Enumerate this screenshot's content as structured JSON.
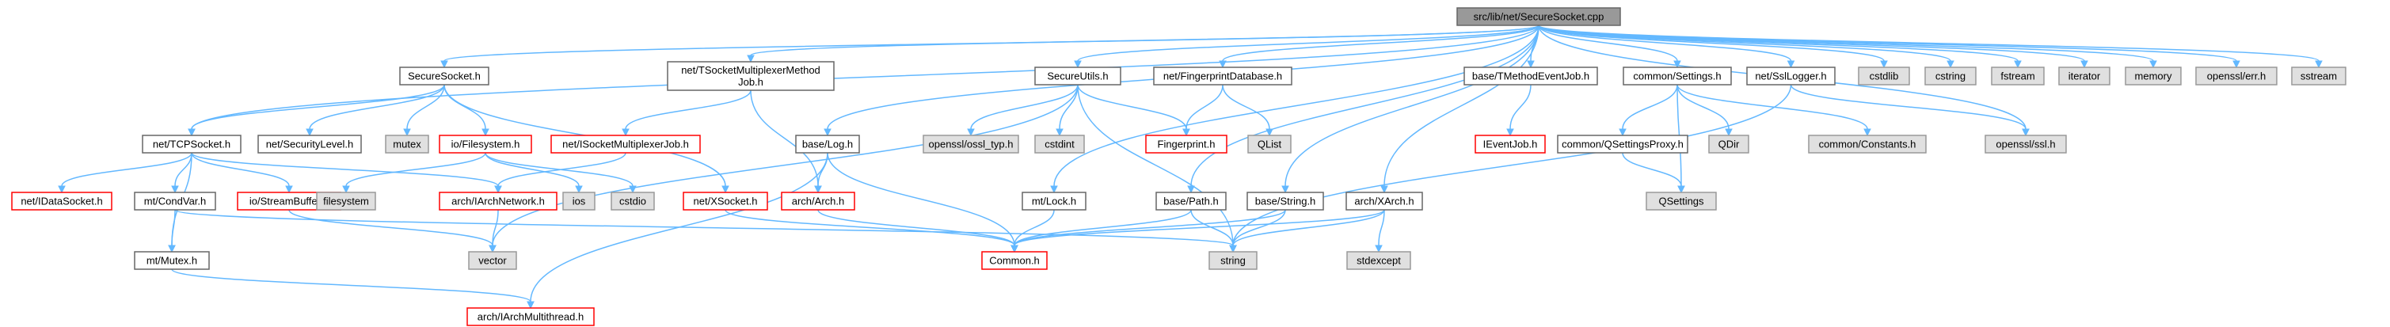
{
  "colors": {
    "root_fill": "#999999",
    "root_stroke": "#666666",
    "project_fill": "#ffffff",
    "project_stroke": "#666666",
    "missing_fill": "#ffffff",
    "missing_stroke": "#ff0000",
    "system_fill": "#e0e0e0",
    "system_stroke": "#999999",
    "edge": "#63b8ff"
  },
  "nodes": [
    {
      "id": "root",
      "kind": "root",
      "lines": [
        "src/lib/net/SecureSocket.cpp"
      ]
    },
    {
      "id": "secsock_h",
      "kind": "project",
      "lines": [
        "SecureSocket.h"
      ]
    },
    {
      "id": "tsockmux",
      "kind": "project",
      "lines": [
        "net/TSocketMultiplexerMethod",
        "Job.h"
      ]
    },
    {
      "id": "secutils",
      "kind": "project",
      "lines": [
        "SecureUtils.h"
      ]
    },
    {
      "id": "fpdb",
      "kind": "project",
      "lines": [
        "net/FingerprintDatabase.h"
      ]
    },
    {
      "id": "tmethod",
      "kind": "project",
      "lines": [
        "base/TMethodEventJob.h"
      ]
    },
    {
      "id": "settings",
      "kind": "project",
      "lines": [
        "common/Settings.h"
      ]
    },
    {
      "id": "ssllogger",
      "kind": "project",
      "lines": [
        "net/SslLogger.h"
      ]
    },
    {
      "id": "cstdlib",
      "kind": "system",
      "lines": [
        "cstdlib"
      ]
    },
    {
      "id": "cstring",
      "kind": "system",
      "lines": [
        "cstring"
      ]
    },
    {
      "id": "fstream",
      "kind": "system",
      "lines": [
        "fstream"
      ]
    },
    {
      "id": "iterator",
      "kind": "system",
      "lines": [
        "iterator"
      ]
    },
    {
      "id": "memory",
      "kind": "system",
      "lines": [
        "memory"
      ]
    },
    {
      "id": "opensslerr",
      "kind": "system",
      "lines": [
        "openssl/err.h"
      ]
    },
    {
      "id": "sstream",
      "kind": "system",
      "lines": [
        "sstream"
      ]
    },
    {
      "id": "tcpsock",
      "kind": "project",
      "lines": [
        "net/TCPSocket.h"
      ]
    },
    {
      "id": "seclevel",
      "kind": "project",
      "lines": [
        "net/SecurityLevel.h"
      ]
    },
    {
      "id": "mutex",
      "kind": "system",
      "lines": [
        "mutex"
      ]
    },
    {
      "id": "iofs",
      "kind": "missing",
      "lines": [
        "io/Filesystem.h"
      ]
    },
    {
      "id": "isockmux",
      "kind": "missing",
      "lines": [
        "net/ISocketMultiplexerJob.h"
      ]
    },
    {
      "id": "baselog",
      "kind": "project",
      "lines": [
        "base/Log.h"
      ]
    },
    {
      "id": "osslssltyp",
      "kind": "system",
      "lines": [
        "openssl/ossl_typ.h"
      ]
    },
    {
      "id": "cstdint",
      "kind": "system",
      "lines": [
        "cstdint"
      ]
    },
    {
      "id": "fingerprint",
      "kind": "missing",
      "lines": [
        "Fingerprint.h"
      ]
    },
    {
      "id": "qlist",
      "kind": "system",
      "lines": [
        "QList"
      ]
    },
    {
      "id": "ieventjob",
      "kind": "missing",
      "lines": [
        "IEventJob.h"
      ]
    },
    {
      "id": "qsetproxy",
      "kind": "project",
      "lines": [
        "common/QSettingsProxy.h"
      ]
    },
    {
      "id": "qdir",
      "kind": "system",
      "lines": [
        "QDir"
      ]
    },
    {
      "id": "constants",
      "kind": "system",
      "lines": [
        "common/Constants.h"
      ]
    },
    {
      "id": "opensslssl",
      "kind": "system",
      "lines": [
        "openssl/ssl.h"
      ]
    },
    {
      "id": "idatasock",
      "kind": "missing",
      "lines": [
        "net/IDataSocket.h"
      ]
    },
    {
      "id": "condvar",
      "kind": "project",
      "lines": [
        "mt/CondVar.h"
      ]
    },
    {
      "id": "streambuf",
      "kind": "missing",
      "lines": [
        "io/StreamBuffer.h"
      ]
    },
    {
      "id": "filesystem",
      "kind": "system",
      "lines": [
        "filesystem"
      ]
    },
    {
      "id": "iarchnet",
      "kind": "missing",
      "lines": [
        "arch/IArchNetwork.h"
      ]
    },
    {
      "id": "ios",
      "kind": "system",
      "lines": [
        "ios"
      ]
    },
    {
      "id": "cstdio",
      "kind": "system",
      "lines": [
        "cstdio"
      ]
    },
    {
      "id": "xsocket",
      "kind": "missing",
      "lines": [
        "net/XSocket.h"
      ]
    },
    {
      "id": "arch",
      "kind": "missing",
      "lines": [
        "arch/Arch.h"
      ]
    },
    {
      "id": "mtlock",
      "kind": "project",
      "lines": [
        "mt/Lock.h"
      ]
    },
    {
      "id": "basepath",
      "kind": "project",
      "lines": [
        "base/Path.h"
      ]
    },
    {
      "id": "basestring",
      "kind": "project",
      "lines": [
        "base/String.h"
      ]
    },
    {
      "id": "xarch",
      "kind": "project",
      "lines": [
        "arch/XArch.h"
      ]
    },
    {
      "id": "qsettings",
      "kind": "system",
      "lines": [
        "QSettings"
      ]
    },
    {
      "id": "vector",
      "kind": "system",
      "lines": [
        "vector"
      ]
    },
    {
      "id": "common",
      "kind": "missing",
      "lines": [
        "Common.h"
      ]
    },
    {
      "id": "string",
      "kind": "system",
      "lines": [
        "string"
      ]
    },
    {
      "id": "stdexcept",
      "kind": "system",
      "lines": [
        "stdexcept"
      ]
    },
    {
      "id": "mtmutex",
      "kind": "project",
      "lines": [
        "mt/Mutex.h"
      ]
    },
    {
      "id": "iarchmt",
      "kind": "missing",
      "lines": [
        "arch/IArchMultithread.h"
      ]
    }
  ],
  "edges": [
    [
      "root",
      "secsock_h"
    ],
    [
      "root",
      "tsockmux"
    ],
    [
      "root",
      "secutils"
    ],
    [
      "root",
      "fpdb"
    ],
    [
      "root",
      "tmethod"
    ],
    [
      "root",
      "settings"
    ],
    [
      "root",
      "ssllogger"
    ],
    [
      "root",
      "cstdlib"
    ],
    [
      "root",
      "cstring"
    ],
    [
      "root",
      "fstream"
    ],
    [
      "root",
      "iterator"
    ],
    [
      "root",
      "memory"
    ],
    [
      "root",
      "opensslerr"
    ],
    [
      "root",
      "sstream"
    ],
    [
      "root",
      "tcpsock"
    ],
    [
      "root",
      "baselog"
    ],
    [
      "root",
      "mtlock"
    ],
    [
      "root",
      "basepath"
    ],
    [
      "root",
      "basestring"
    ],
    [
      "root",
      "xarch"
    ],
    [
      "root",
      "opensslssl"
    ],
    [
      "secsock_h",
      "tcpsock"
    ],
    [
      "secsock_h",
      "seclevel"
    ],
    [
      "secsock_h",
      "mutex"
    ],
    [
      "secsock_h",
      "iofs"
    ],
    [
      "secsock_h",
      "xsocket"
    ],
    [
      "tsockmux",
      "isockmux"
    ],
    [
      "tsockmux",
      "arch"
    ],
    [
      "secutils",
      "osslssltyp"
    ],
    [
      "secutils",
      "cstdint"
    ],
    [
      "secutils",
      "fingerprint"
    ],
    [
      "secutils",
      "string"
    ],
    [
      "secutils",
      "vector"
    ],
    [
      "fpdb",
      "fingerprint"
    ],
    [
      "fpdb",
      "qlist"
    ],
    [
      "tmethod",
      "ieventjob"
    ],
    [
      "settings",
      "qsetproxy"
    ],
    [
      "settings",
      "qdir"
    ],
    [
      "settings",
      "constants"
    ],
    [
      "settings",
      "qsettings"
    ],
    [
      "ssllogger",
      "opensslssl"
    ],
    [
      "ssllogger",
      "string"
    ],
    [
      "tcpsock",
      "idatasock"
    ],
    [
      "tcpsock",
      "condvar"
    ],
    [
      "tcpsock",
      "streambuf"
    ],
    [
      "tcpsock",
      "iarchnet"
    ],
    [
      "tcpsock",
      "mtmutex"
    ],
    [
      "iofs",
      "filesystem"
    ],
    [
      "iofs",
      "ios"
    ],
    [
      "iofs",
      "cstdio"
    ],
    [
      "isockmux",
      "iarchnet"
    ],
    [
      "baselog",
      "arch"
    ],
    [
      "baselog",
      "common"
    ],
    [
      "baselog",
      "iarchmt"
    ],
    [
      "qsetproxy",
      "qsettings"
    ],
    [
      "condvar",
      "mtmutex"
    ],
    [
      "condvar",
      "string"
    ],
    [
      "streambuf",
      "vector"
    ],
    [
      "iarchnet",
      "vector"
    ],
    [
      "xsocket",
      "common"
    ],
    [
      "arch",
      "common"
    ],
    [
      "mtlock",
      "common"
    ],
    [
      "basepath",
      "common"
    ],
    [
      "basepath",
      "string"
    ],
    [
      "basestring",
      "common"
    ],
    [
      "basestring",
      "string"
    ],
    [
      "xarch",
      "common"
    ],
    [
      "xarch",
      "string"
    ],
    [
      "xarch",
      "stdexcept"
    ],
    [
      "mtmutex",
      "iarchmt"
    ]
  ]
}
